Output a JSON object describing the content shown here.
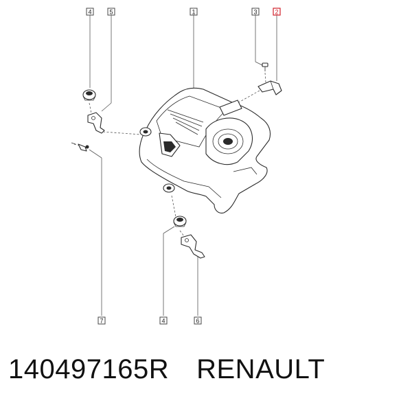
{
  "callouts": [
    {
      "label": "1"
    },
    {
      "label": "2"
    },
    {
      "label": "3"
    },
    {
      "label": "4"
    },
    {
      "label": "5"
    },
    {
      "label": "4"
    },
    {
      "label": "6"
    },
    {
      "label": "7"
    }
  ],
  "caption": {
    "part_number": "140497165R",
    "brand": "RENAULT"
  },
  "colors": {
    "highlight": "#d0202a",
    "line": "#2a2a2a"
  }
}
